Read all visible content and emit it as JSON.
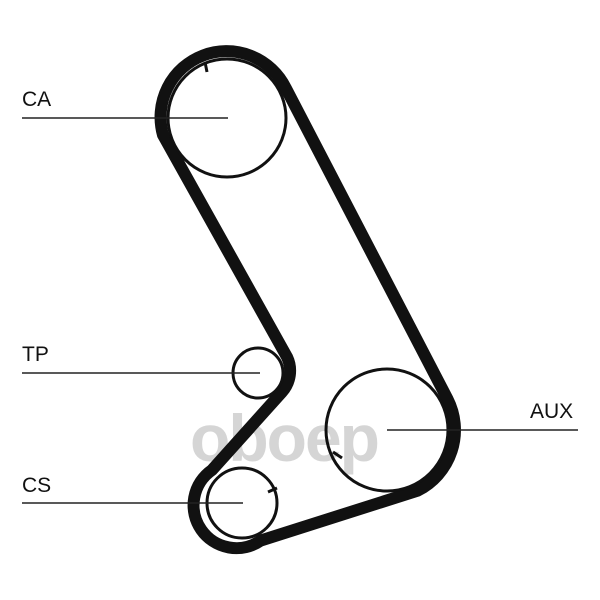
{
  "labels": {
    "ca": "CA",
    "tp": "TP",
    "cs": "CS",
    "aux": "AUX"
  },
  "watermark": "oboep",
  "colors": {
    "belt": "#111111",
    "line": "#222222",
    "watermark": "#c8c8c8"
  }
}
